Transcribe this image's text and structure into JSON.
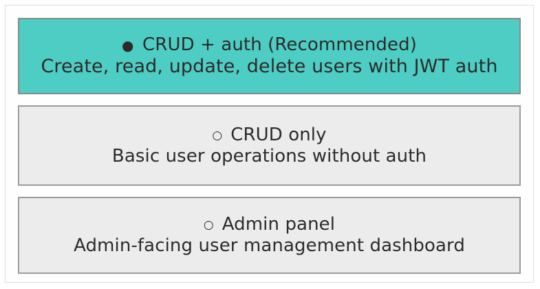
{
  "colors": {
    "selected_background": "#4ecdc4",
    "unselected_background": "#ececec",
    "card_border": "#9b9b9b",
    "frame_border": "#dedede",
    "page_background": "#ffffff",
    "text": "#2b2b2b"
  },
  "glyphs": {
    "selected_radio": "●",
    "unselected_radio": "○"
  },
  "options": [
    {
      "title": "CRUD + auth (Recommended)",
      "description": "Create, read, update, delete users with JWT auth",
      "selected": true,
      "recommended": true
    },
    {
      "title": "CRUD only",
      "description": "Basic user operations without auth",
      "selected": false,
      "recommended": false
    },
    {
      "title": "Admin panel",
      "description": "Admin-facing user management dashboard",
      "selected": false,
      "recommended": false
    }
  ]
}
